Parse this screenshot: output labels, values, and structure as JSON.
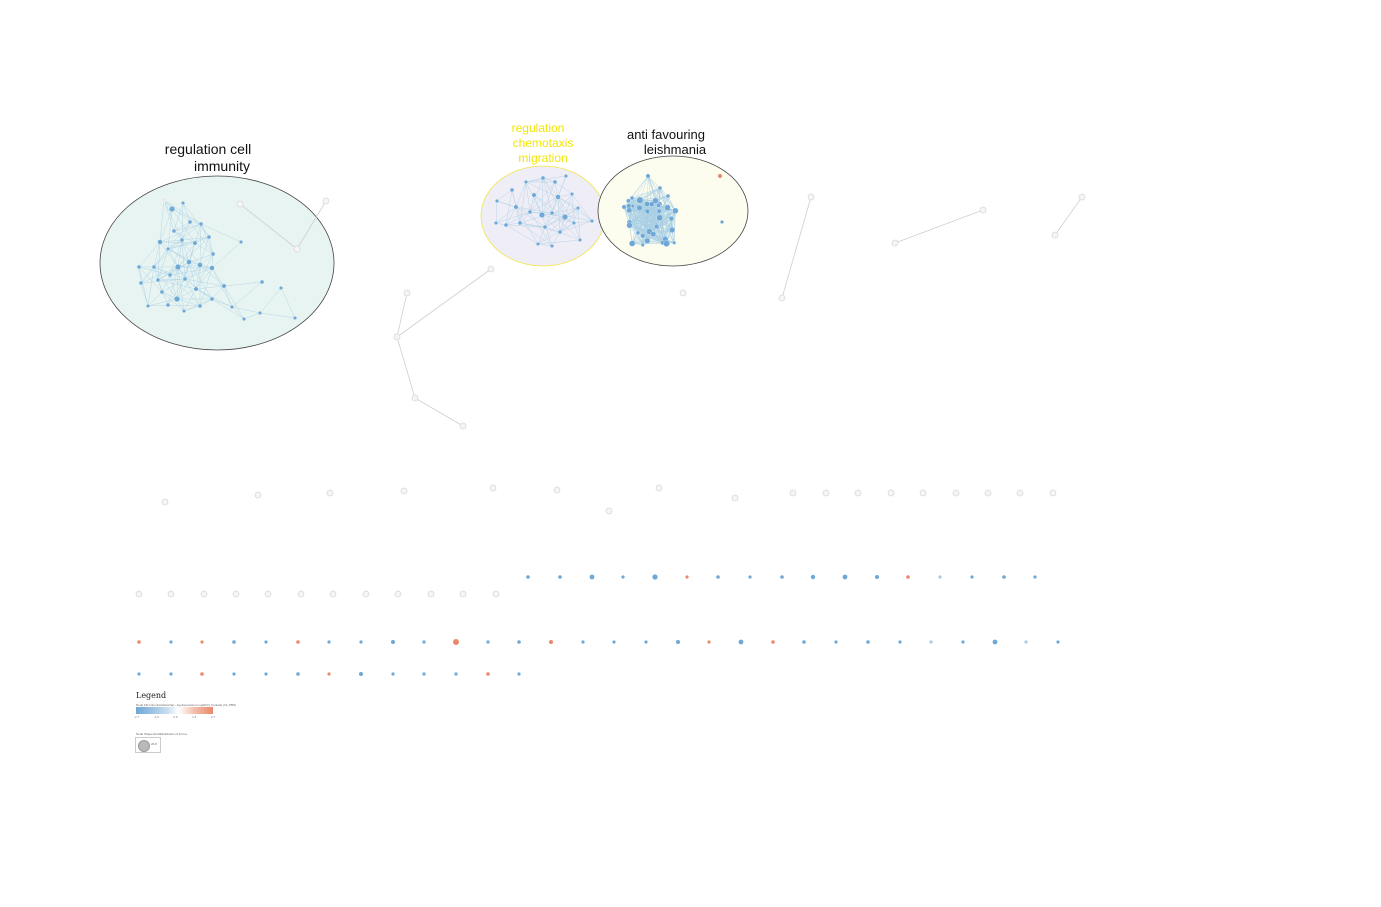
{
  "network": {
    "clusters": [
      {
        "id": "c1",
        "label_lines": [
          "regulation cell",
          "immunity"
        ],
        "label_color": "#111111",
        "fill": "#e8f4f1",
        "stroke": "#444444"
      },
      {
        "id": "c2",
        "label_lines": [
          "regulation",
          "chemotaxis",
          "migration"
        ],
        "label_color": "#f2e600",
        "fill": "#efedf6",
        "stroke": "#f0e64a"
      },
      {
        "id": "c3",
        "label_lines": [
          "anti favouring",
          "leishmania"
        ],
        "label_color": "#111111",
        "fill": "#fdfdef",
        "stroke": "#444444"
      }
    ],
    "colors": {
      "negative": "#6ea8d6",
      "light_negative": "#a9cbe6",
      "positive": "#e8896a",
      "neutral": "#eaeaea",
      "edge": "#a9cfe4",
      "grey_edge": "#cfcfcf"
    }
  },
  "legend": {
    "title": "Legend",
    "color_caption": "Node Fill Color   ExtraOverlap - log Expression Log2(FC) Contrast (Inf_PBS)",
    "color_scale_ticks": [
      "-2.7",
      "-1.6",
      "0.0",
      "1.6",
      "2.7"
    ],
    "size_caption": "Node Shape   ExtraDistribution 0.0   Gi.a",
    "size_value": "26.8"
  }
}
